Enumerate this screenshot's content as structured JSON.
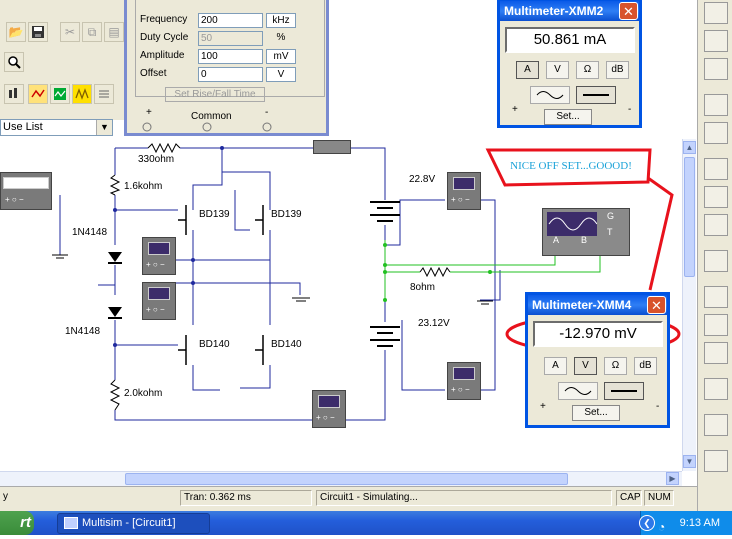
{
  "toolbar": {
    "icons": [
      "open-icon",
      "save-icon",
      "cut-icon",
      "copy-icon",
      "paste-icon",
      "zoom-icon",
      "probe-icon",
      "grapher-icon",
      "postprocessor-icon",
      "analysis-icon"
    ]
  },
  "in_use_list": {
    "value": "Use List"
  },
  "function_generator": {
    "group_title": "Signal Options",
    "rows": [
      {
        "label": "Frequency",
        "value": "200",
        "unit": "kHz"
      },
      {
        "label": "Duty Cycle",
        "value": "50",
        "unit": "%"
      },
      {
        "label": "Amplitude",
        "value": "100",
        "unit": "mV"
      },
      {
        "label": "Offset",
        "value": "0",
        "unit": "V"
      }
    ],
    "button": "Set Rise/Fall Time",
    "plus": "+",
    "common": "Common",
    "minus": "-"
  },
  "mm2": {
    "title": "Multimeter-XMM2",
    "reading": "50.861 mA",
    "modes": [
      "A",
      "V",
      "Ω",
      "dB"
    ],
    "active_mode": "A",
    "set": "Set...",
    "plus": "+",
    "minus": "-"
  },
  "mm4": {
    "title": "Multimeter-XMM4",
    "reading": "-12.970 mV",
    "modes": [
      "A",
      "V",
      "Ω",
      "dB"
    ],
    "active_mode": "V",
    "set": "Set...",
    "plus": "+",
    "minus": "-"
  },
  "annotation": {
    "text": "NICE OFF SET...GOOOD!",
    "color": "#e8121c"
  },
  "circuit": {
    "r_top": "330ohm",
    "r1": "1.6kohm",
    "r2": "2.0kohm",
    "d1": "1N4148",
    "d2": "1N4148",
    "q1": "BD139",
    "q2": "BD139",
    "q3": "BD140",
    "q4": "BD140",
    "v_top": "22.8V",
    "v_bottom": "23.12V",
    "r_load": "8ohm",
    "scope_a": "A",
    "scope_b": "B",
    "scope_g": "G",
    "scope_t": "T"
  },
  "status": {
    "left": "y",
    "tran": "Tran: 0.362 ms",
    "sim": "Circuit1 - Simulating...",
    "cap": "CAP",
    "num": "NUM"
  },
  "taskbar": {
    "start": "rt",
    "task": "Multisim - [Circuit1]",
    "clock": "9:13 AM"
  },
  "colors": {
    "wire": "#1f2a9e",
    "green_wire": "#22c022",
    "title_blue": "#0a5ae8"
  }
}
